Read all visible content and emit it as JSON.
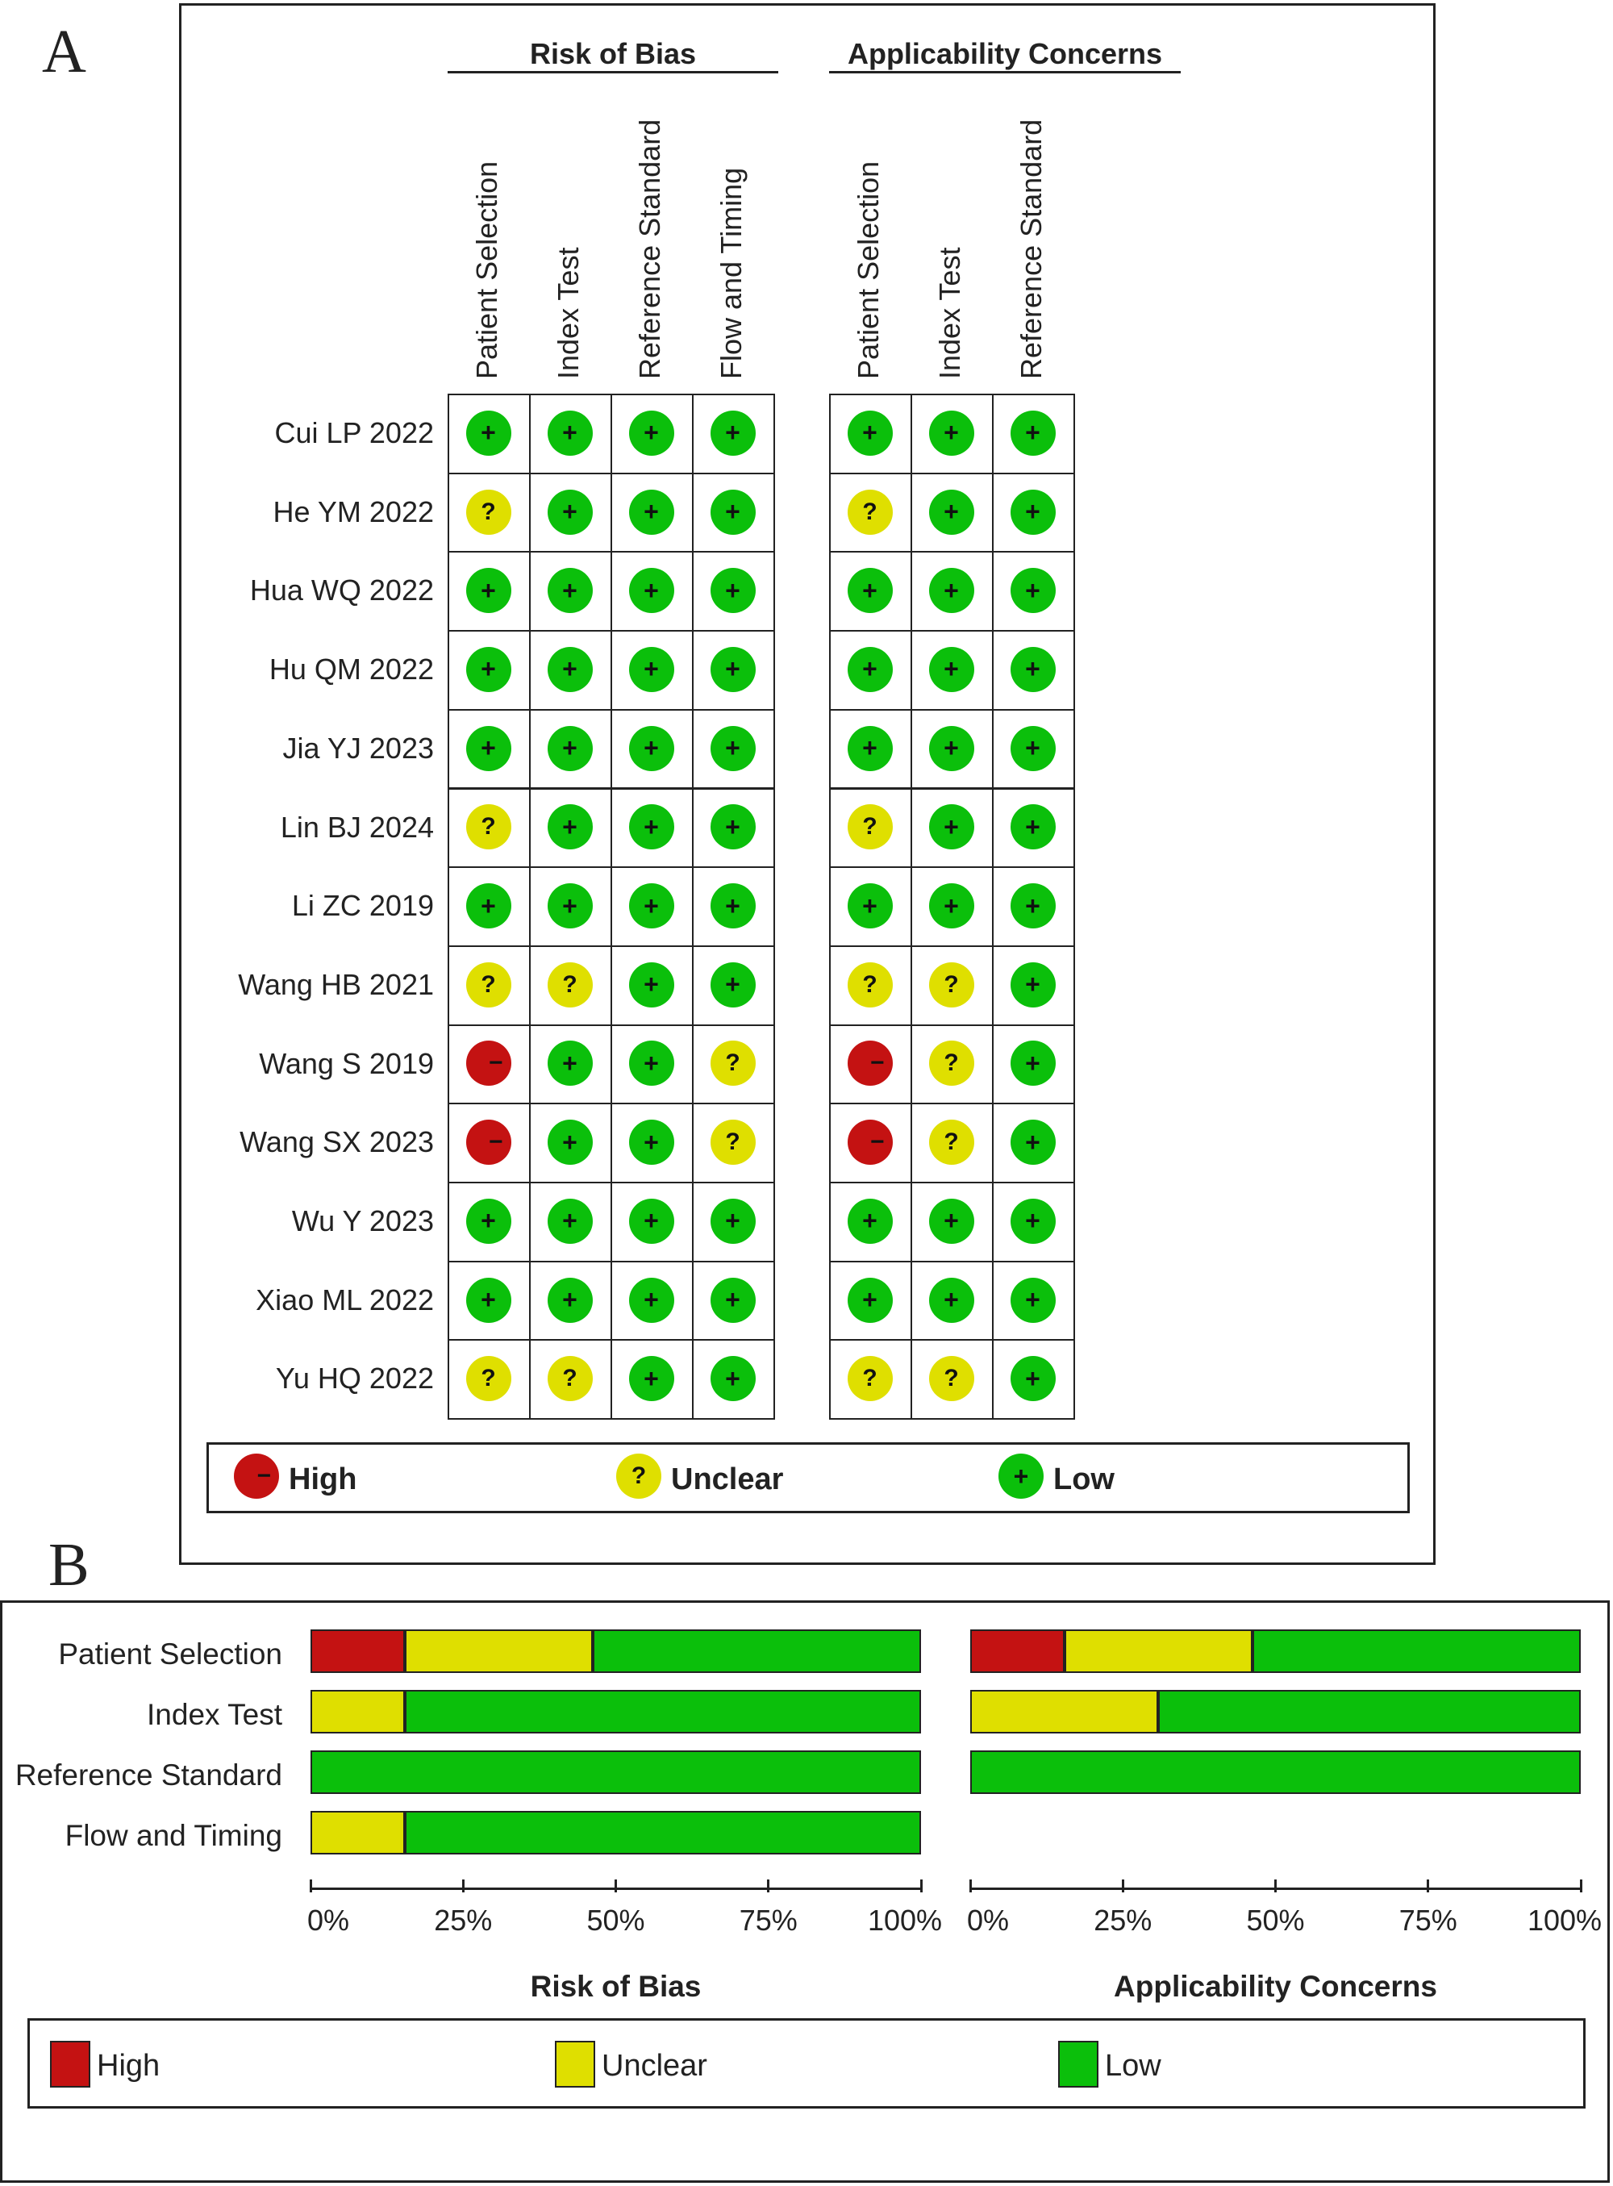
{
  "panel_a_label": "A",
  "panel_b_label": "B",
  "colors": {
    "High": "#c41212",
    "Unclear": "#dfdf00",
    "Low": "#0bbf0b"
  },
  "chart_data": [
    {
      "type": "table",
      "group_titles": [
        "Risk of Bias",
        "Applicability Concerns"
      ],
      "columns_risk_of_bias": [
        "Patient Selection",
        "Index Test",
        "Reference Standard",
        "Flow and Timing"
      ],
      "columns_applicability": [
        "Patient Selection",
        "Index Test",
        "Reference Standard"
      ],
      "symbols": {
        "Low": "+",
        "Unclear": "?",
        "High": "−"
      },
      "studies": [
        {
          "name": "Cui LP 2022",
          "risk_of_bias": [
            "Low",
            "Low",
            "Low",
            "Low"
          ],
          "applicability": [
            "Low",
            "Low",
            "Low"
          ]
        },
        {
          "name": "He YM 2022",
          "risk_of_bias": [
            "Unclear",
            "Low",
            "Low",
            "Low"
          ],
          "applicability": [
            "Unclear",
            "Low",
            "Low"
          ]
        },
        {
          "name": "Hua WQ 2022",
          "risk_of_bias": [
            "Low",
            "Low",
            "Low",
            "Low"
          ],
          "applicability": [
            "Low",
            "Low",
            "Low"
          ]
        },
        {
          "name": "Hu QM 2022",
          "risk_of_bias": [
            "Low",
            "Low",
            "Low",
            "Low"
          ],
          "applicability": [
            "Low",
            "Low",
            "Low"
          ]
        },
        {
          "name": "Jia YJ 2023",
          "risk_of_bias": [
            "Low",
            "Low",
            "Low",
            "Low"
          ],
          "applicability": [
            "Low",
            "Low",
            "Low"
          ]
        },
        {
          "name": "Lin BJ 2024",
          "risk_of_bias": [
            "Unclear",
            "Low",
            "Low",
            "Low"
          ],
          "applicability": [
            "Unclear",
            "Low",
            "Low"
          ]
        },
        {
          "name": "Li ZC 2019",
          "risk_of_bias": [
            "Low",
            "Low",
            "Low",
            "Low"
          ],
          "applicability": [
            "Low",
            "Low",
            "Low"
          ]
        },
        {
          "name": "Wang HB 2021",
          "risk_of_bias": [
            "Unclear",
            "Unclear",
            "Low",
            "Low"
          ],
          "applicability": [
            "Unclear",
            "Unclear",
            "Low"
          ]
        },
        {
          "name": "Wang S 2019",
          "risk_of_bias": [
            "High",
            "Low",
            "Low",
            "Unclear"
          ],
          "applicability": [
            "High",
            "Unclear",
            "Low"
          ]
        },
        {
          "name": "Wang SX 2023",
          "risk_of_bias": [
            "High",
            "Low",
            "Low",
            "Unclear"
          ],
          "applicability": [
            "High",
            "Unclear",
            "Low"
          ]
        },
        {
          "name": "Wu Y 2023",
          "risk_of_bias": [
            "Low",
            "Low",
            "Low",
            "Low"
          ],
          "applicability": [
            "Low",
            "Low",
            "Low"
          ]
        },
        {
          "name": "Xiao ML 2022",
          "risk_of_bias": [
            "Low",
            "Low",
            "Low",
            "Low"
          ],
          "applicability": [
            "Low",
            "Low",
            "Low"
          ]
        },
        {
          "name": "Yu HQ 2022",
          "risk_of_bias": [
            "Unclear",
            "Unclear",
            "Low",
            "Low"
          ],
          "applicability": [
            "Unclear",
            "Unclear",
            "Low"
          ]
        }
      ],
      "legend": [
        "High",
        "Unclear",
        "Low"
      ]
    },
    {
      "type": "bar",
      "stacked": true,
      "orientation": "horizontal",
      "unit": "%",
      "categories": [
        "Patient Selection",
        "Index Test",
        "Reference Standard",
        "Flow and Timing"
      ],
      "panels": [
        {
          "title": "Risk of Bias",
          "series": [
            {
              "name": "High",
              "values": [
                15.4,
                0,
                0,
                0
              ]
            },
            {
              "name": "Unclear",
              "values": [
                30.8,
                15.4,
                0,
                15.4
              ]
            },
            {
              "name": "Low",
              "values": [
                53.8,
                84.6,
                100,
                84.6
              ]
            }
          ]
        },
        {
          "title": "Applicability Concerns",
          "series": [
            {
              "name": "High",
              "values": [
                15.4,
                0,
                0,
                null
              ]
            },
            {
              "name": "Unclear",
              "values": [
                30.8,
                30.8,
                0,
                null
              ]
            },
            {
              "name": "Low",
              "values": [
                53.8,
                69.2,
                100,
                null
              ]
            }
          ]
        }
      ],
      "xticks": [
        "0%",
        "25%",
        "50%",
        "75%",
        "100%"
      ],
      "xlim": [
        0,
        100
      ],
      "legend": [
        "High",
        "Unclear",
        "Low"
      ]
    }
  ]
}
